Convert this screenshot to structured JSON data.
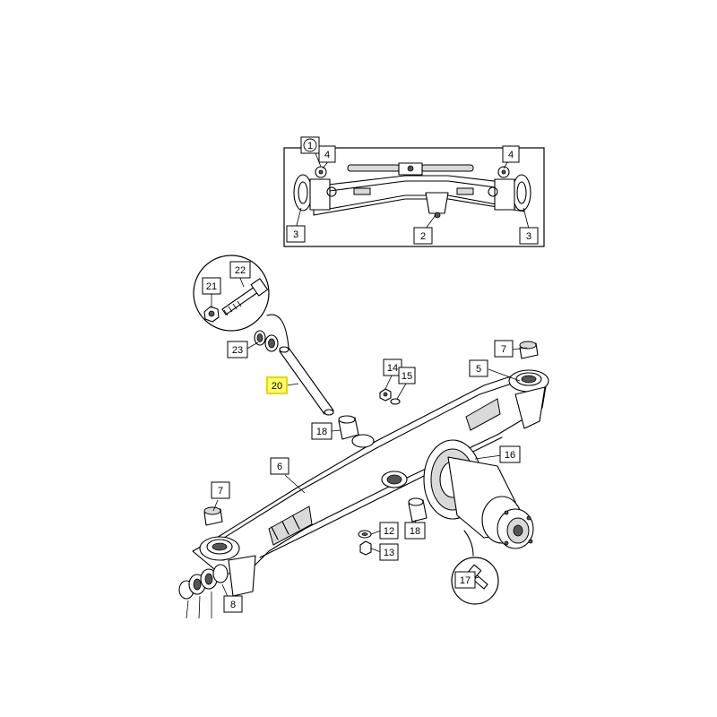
{
  "diagram": {
    "highlighted_part": "20",
    "highlight_color": "#ffff66",
    "callouts": [
      {
        "id": "1",
        "label": "1"
      },
      {
        "id": "2",
        "label": "2"
      },
      {
        "id": "3a",
        "label": "3"
      },
      {
        "id": "3b",
        "label": "3"
      },
      {
        "id": "4a",
        "label": "4"
      },
      {
        "id": "4b",
        "label": "4"
      },
      {
        "id": "5",
        "label": "5"
      },
      {
        "id": "6",
        "label": "6"
      },
      {
        "id": "7a",
        "label": "7"
      },
      {
        "id": "7b",
        "label": "7"
      },
      {
        "id": "8",
        "label": "8"
      },
      {
        "id": "12",
        "label": "12"
      },
      {
        "id": "13",
        "label": "13"
      },
      {
        "id": "14",
        "label": "14"
      },
      {
        "id": "15",
        "label": "15"
      },
      {
        "id": "16",
        "label": "16"
      },
      {
        "id": "17",
        "label": "17"
      },
      {
        "id": "18a",
        "label": "18"
      },
      {
        "id": "18b",
        "label": "18"
      },
      {
        "id": "20",
        "label": "20"
      },
      {
        "id": "21",
        "label": "21"
      },
      {
        "id": "22",
        "label": "22"
      },
      {
        "id": "23",
        "label": "23"
      }
    ]
  }
}
